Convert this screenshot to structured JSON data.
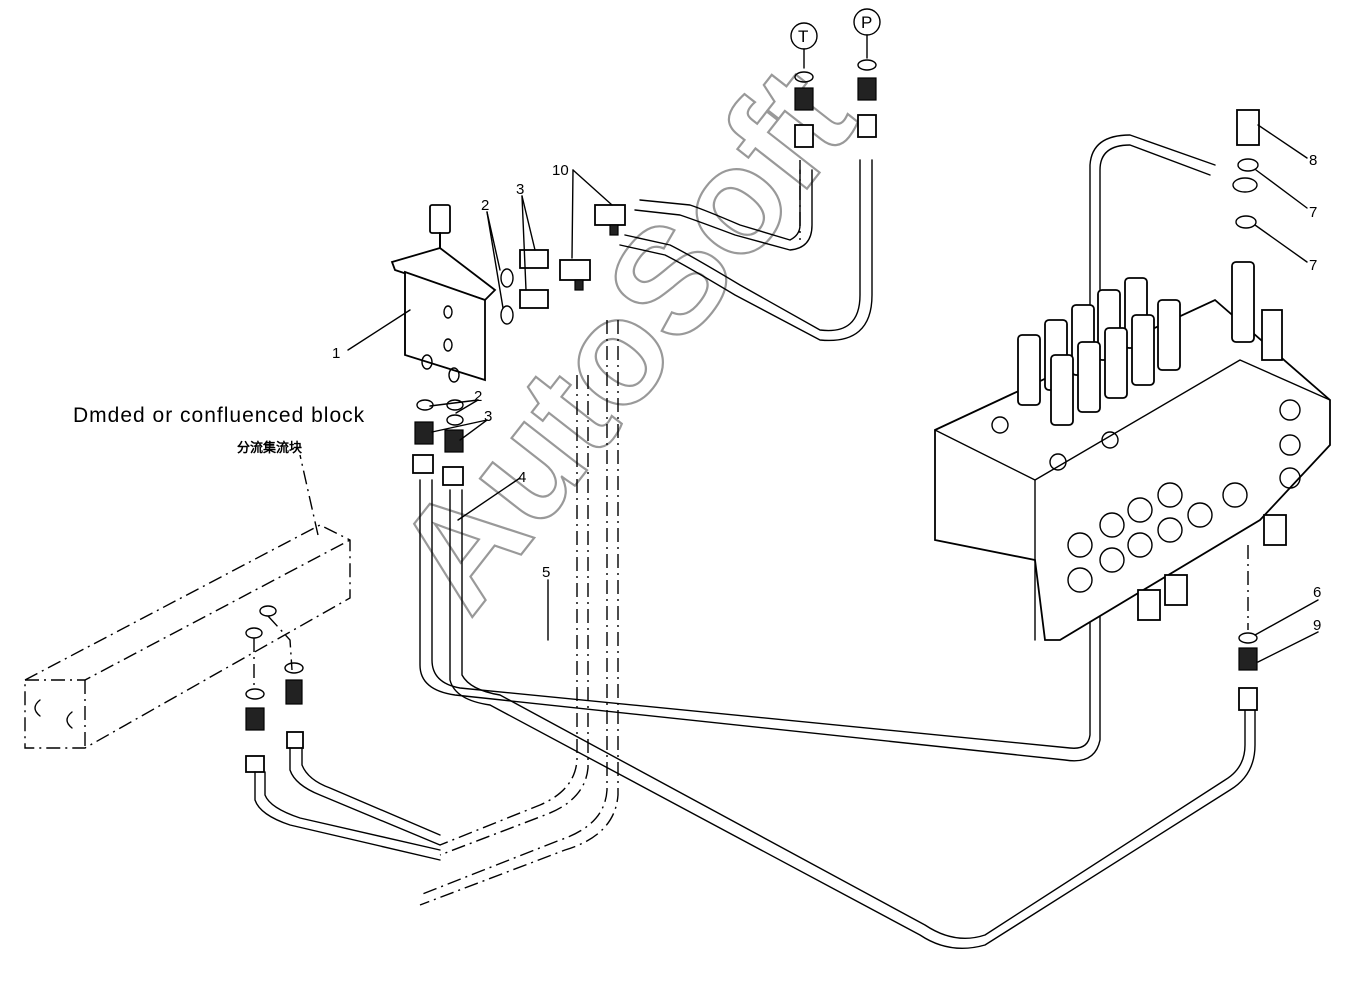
{
  "diagram": {
    "caption_en": "Dmded or confluenced block",
    "caption_cn": "分流集流块",
    "watermark": "AutoSoft",
    "ports": {
      "tank": "T",
      "pressure": "P"
    },
    "callouts": [
      {
        "id": "c1",
        "text": "1"
      },
      {
        "id": "c2a",
        "text": "2"
      },
      {
        "id": "c2b",
        "text": "2"
      },
      {
        "id": "c3a",
        "text": "3"
      },
      {
        "id": "c3b",
        "text": "3"
      },
      {
        "id": "c4",
        "text": "4"
      },
      {
        "id": "c5",
        "text": "5"
      },
      {
        "id": "c6",
        "text": "6"
      },
      {
        "id": "c7a",
        "text": "7"
      },
      {
        "id": "c7b",
        "text": "7"
      },
      {
        "id": "c8",
        "text": "8"
      },
      {
        "id": "c9",
        "text": "9"
      },
      {
        "id": "c10",
        "text": "10"
      }
    ]
  }
}
